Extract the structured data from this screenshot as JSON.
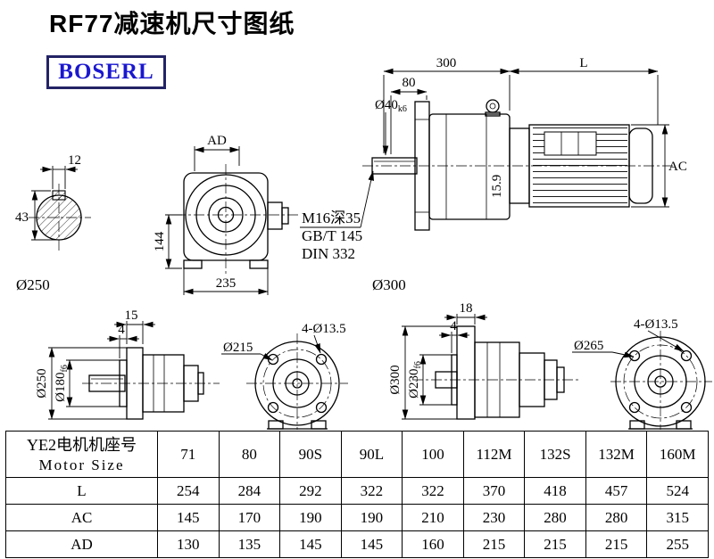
{
  "title": "RF77减速机尺寸图纸",
  "logo_text": "BOSERL",
  "colors": {
    "logo_text": "#1a17cf",
    "logo_border": "#232366",
    "line": "#000000"
  },
  "drawings": {
    "shaft_section": {
      "key_width": "12",
      "height": "43"
    },
    "gear_front": {
      "ad": "AD",
      "h144": "144",
      "w235": "235"
    },
    "assembly_side": {
      "len300": "300",
      "len_l": "L",
      "len80": "80",
      "shaft_dia": "Ø40",
      "shaft_fit": "k6",
      "ac": "AC",
      "dim159": "15.9",
      "note1": "M16深35",
      "note2": "GB/T 145",
      "note3": "DIN 332"
    },
    "label_o250": "Ø250",
    "label_o300": "Ø300",
    "f250_side": {
      "t15": "15",
      "t4": "4",
      "od": "Ø250",
      "spigot": "Ø180",
      "spigot_fit": "f6"
    },
    "f250_front": {
      "bolt_circle": "Ø215",
      "holes": "4-Ø13.5"
    },
    "f300_side": {
      "t18": "18",
      "t4": "4",
      "od": "Ø300",
      "spigot": "Ø230",
      "spigot_fit": "f6"
    },
    "f300_front": {
      "bolt_circle": "Ø265",
      "holes": "4-Ø13.5"
    }
  },
  "table": {
    "header_line1": "YE2电机机座号",
    "header_line2": "Motor Size",
    "columns": [
      "71",
      "80",
      "90S",
      "90L",
      "100",
      "112M",
      "132S",
      "132M",
      "160M"
    ],
    "rows": [
      {
        "label": "L",
        "values": [
          "254",
          "284",
          "292",
          "322",
          "322",
          "370",
          "418",
          "457",
          "524"
        ]
      },
      {
        "label": "AC",
        "values": [
          "145",
          "170",
          "190",
          "190",
          "210",
          "230",
          "280",
          "280",
          "315"
        ]
      },
      {
        "label": "AD",
        "values": [
          "130",
          "135",
          "145",
          "145",
          "160",
          "215",
          "215",
          "215",
          "255"
        ]
      }
    ]
  }
}
